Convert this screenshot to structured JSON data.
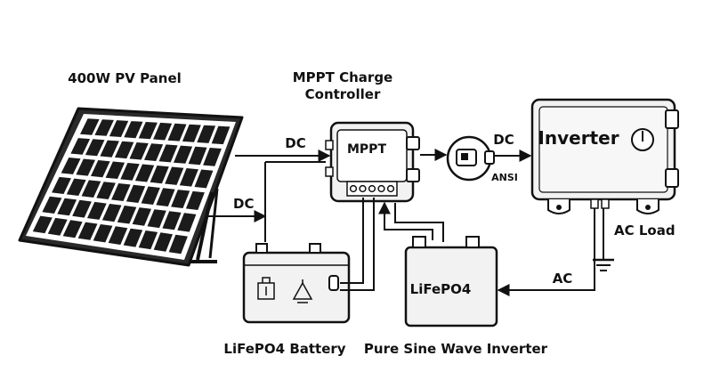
{
  "labels": {
    "pv_panel": "400W PV Panel",
    "mppt_line1": "MPPT Charge",
    "mppt_line2": "Controller",
    "mppt_device": "MPPT",
    "dc_upper": "DC",
    "dc_lower": "DC",
    "dc_right": "DC",
    "ansi": "ANSI",
    "inverter_device": "Inverter",
    "ac_load": "AC Load",
    "ac": "AC",
    "lifepo4_box": "LiFePO4",
    "battery_caption": "LiFePO4 Battery",
    "inverter_caption": "Pure Sine Wave Inverter"
  },
  "colors": {
    "stroke": "#111111",
    "cell": "#1b1b1b",
    "device_fill": "#f2f2f2",
    "background": "#ffffff"
  }
}
